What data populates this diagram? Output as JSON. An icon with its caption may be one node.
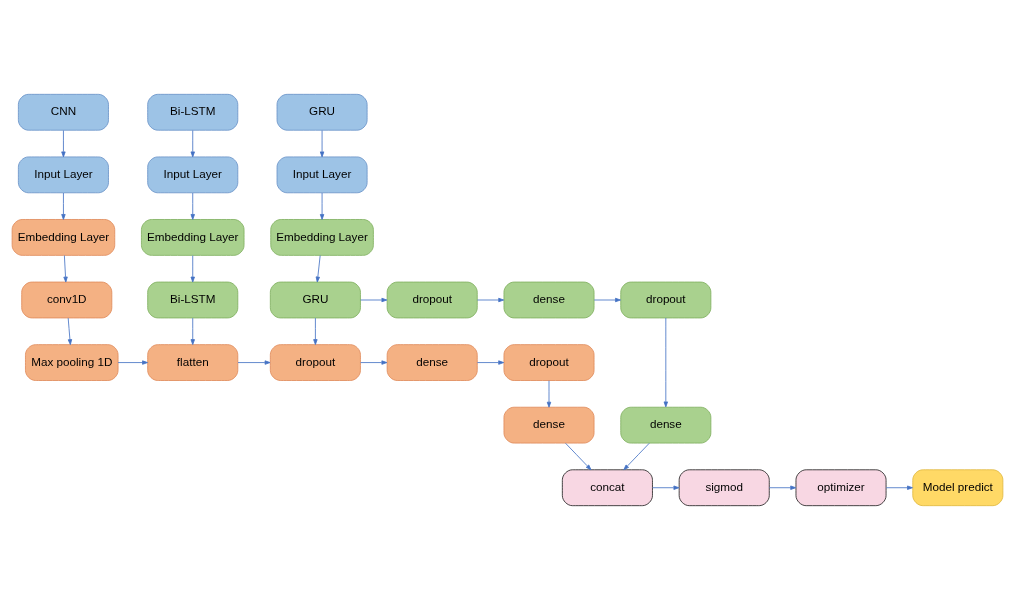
{
  "diagram": {
    "nodes": [
      {
        "text": [
          "CNN"
        ]
      },
      {
        "text": [
          "Bi-LSTM"
        ]
      },
      {
        "text": [
          "GRU"
        ]
      },
      {
        "text": [
          "Input Layer"
        ]
      },
      {
        "text": [
          "Input Layer"
        ]
      },
      {
        "text": [
          "Input Layer"
        ]
      },
      {
        "text": [
          "Embedding Layer"
        ]
      },
      {
        "text": [
          "Embedding Layer"
        ]
      },
      {
        "text": [
          "Embedding Layer"
        ]
      },
      {
        "text": [
          "conv1D"
        ]
      },
      {
        "text": [
          "Bi-LSTM"
        ]
      },
      {
        "text": [
          "GRU"
        ]
      },
      {
        "text": [
          "dropout"
        ]
      },
      {
        "text": [
          "dense"
        ]
      },
      {
        "text": [
          "dropout"
        ]
      },
      {
        "text": [
          "Max pooling 1D"
        ]
      },
      {
        "text": [
          "flatten"
        ]
      },
      {
        "text": [
          "dropout"
        ]
      },
      {
        "text": [
          "dense"
        ]
      },
      {
        "text": [
          "dropout"
        ]
      },
      {
        "text": [
          "dense"
        ]
      },
      {
        "text": [
          "Model predict"
        ]
      },
      {
        "text": [
          "optimizer"
        ]
      },
      {
        "text": [
          "sigmod"
        ]
      },
      {
        "text": [
          "concat"
        ]
      },
      {
        "text": [
          "dense"
        ]
      }
    ],
    "edges": [
      {
        "from": 0,
        "to": 3,
        "arrow": "to"
      },
      {
        "from": 1,
        "to": 4,
        "arrow": "to"
      },
      {
        "from": 2,
        "to": 5,
        "arrow": "to"
      },
      {
        "from": 3,
        "to": 6,
        "arrow": "to"
      },
      {
        "from": 4,
        "to": 7,
        "arrow": "to"
      },
      {
        "from": 5,
        "to": 8,
        "arrow": "to"
      },
      {
        "from": 6,
        "to": 9,
        "arrow": "to"
      },
      {
        "from": 7,
        "to": 10,
        "arrow": "to"
      },
      {
        "from": 8,
        "to": 11,
        "arrow": "to"
      },
      {
        "from": 9,
        "to": 15,
        "arrow": "to"
      },
      {
        "from": 10,
        "to": 16,
        "arrow": "to"
      },
      {
        "from": 11,
        "to": 17,
        "arrow": "to"
      },
      {
        "from": 11,
        "to": 12,
        "arrow": "to"
      },
      {
        "from": 12,
        "to": 13,
        "arrow": "to"
      },
      {
        "from": 13,
        "to": 14,
        "arrow": "to"
      },
      {
        "from": 15,
        "to": 16,
        "arrow": "to"
      },
      {
        "from": 16,
        "to": 17,
        "arrow": "to"
      },
      {
        "from": 17,
        "to": 18,
        "arrow": "to"
      },
      {
        "from": 18,
        "to": 19,
        "arrow": "to"
      },
      {
        "from": 19,
        "to": 20,
        "arrow": "to"
      },
      {
        "from": 20,
        "to": 24,
        "arrow": "to"
      },
      {
        "from": 14,
        "to": 25,
        "arrow": "to"
      },
      {
        "from": 25,
        "to": 24,
        "arrow": "to"
      },
      {
        "from": 24,
        "to": 23,
        "arrow": "to"
      },
      {
        "from": 23,
        "to": 22,
        "arrow": "to"
      },
      {
        "from": 22,
        "to": 21,
        "arrow": "to"
      }
    ]
  }
}
